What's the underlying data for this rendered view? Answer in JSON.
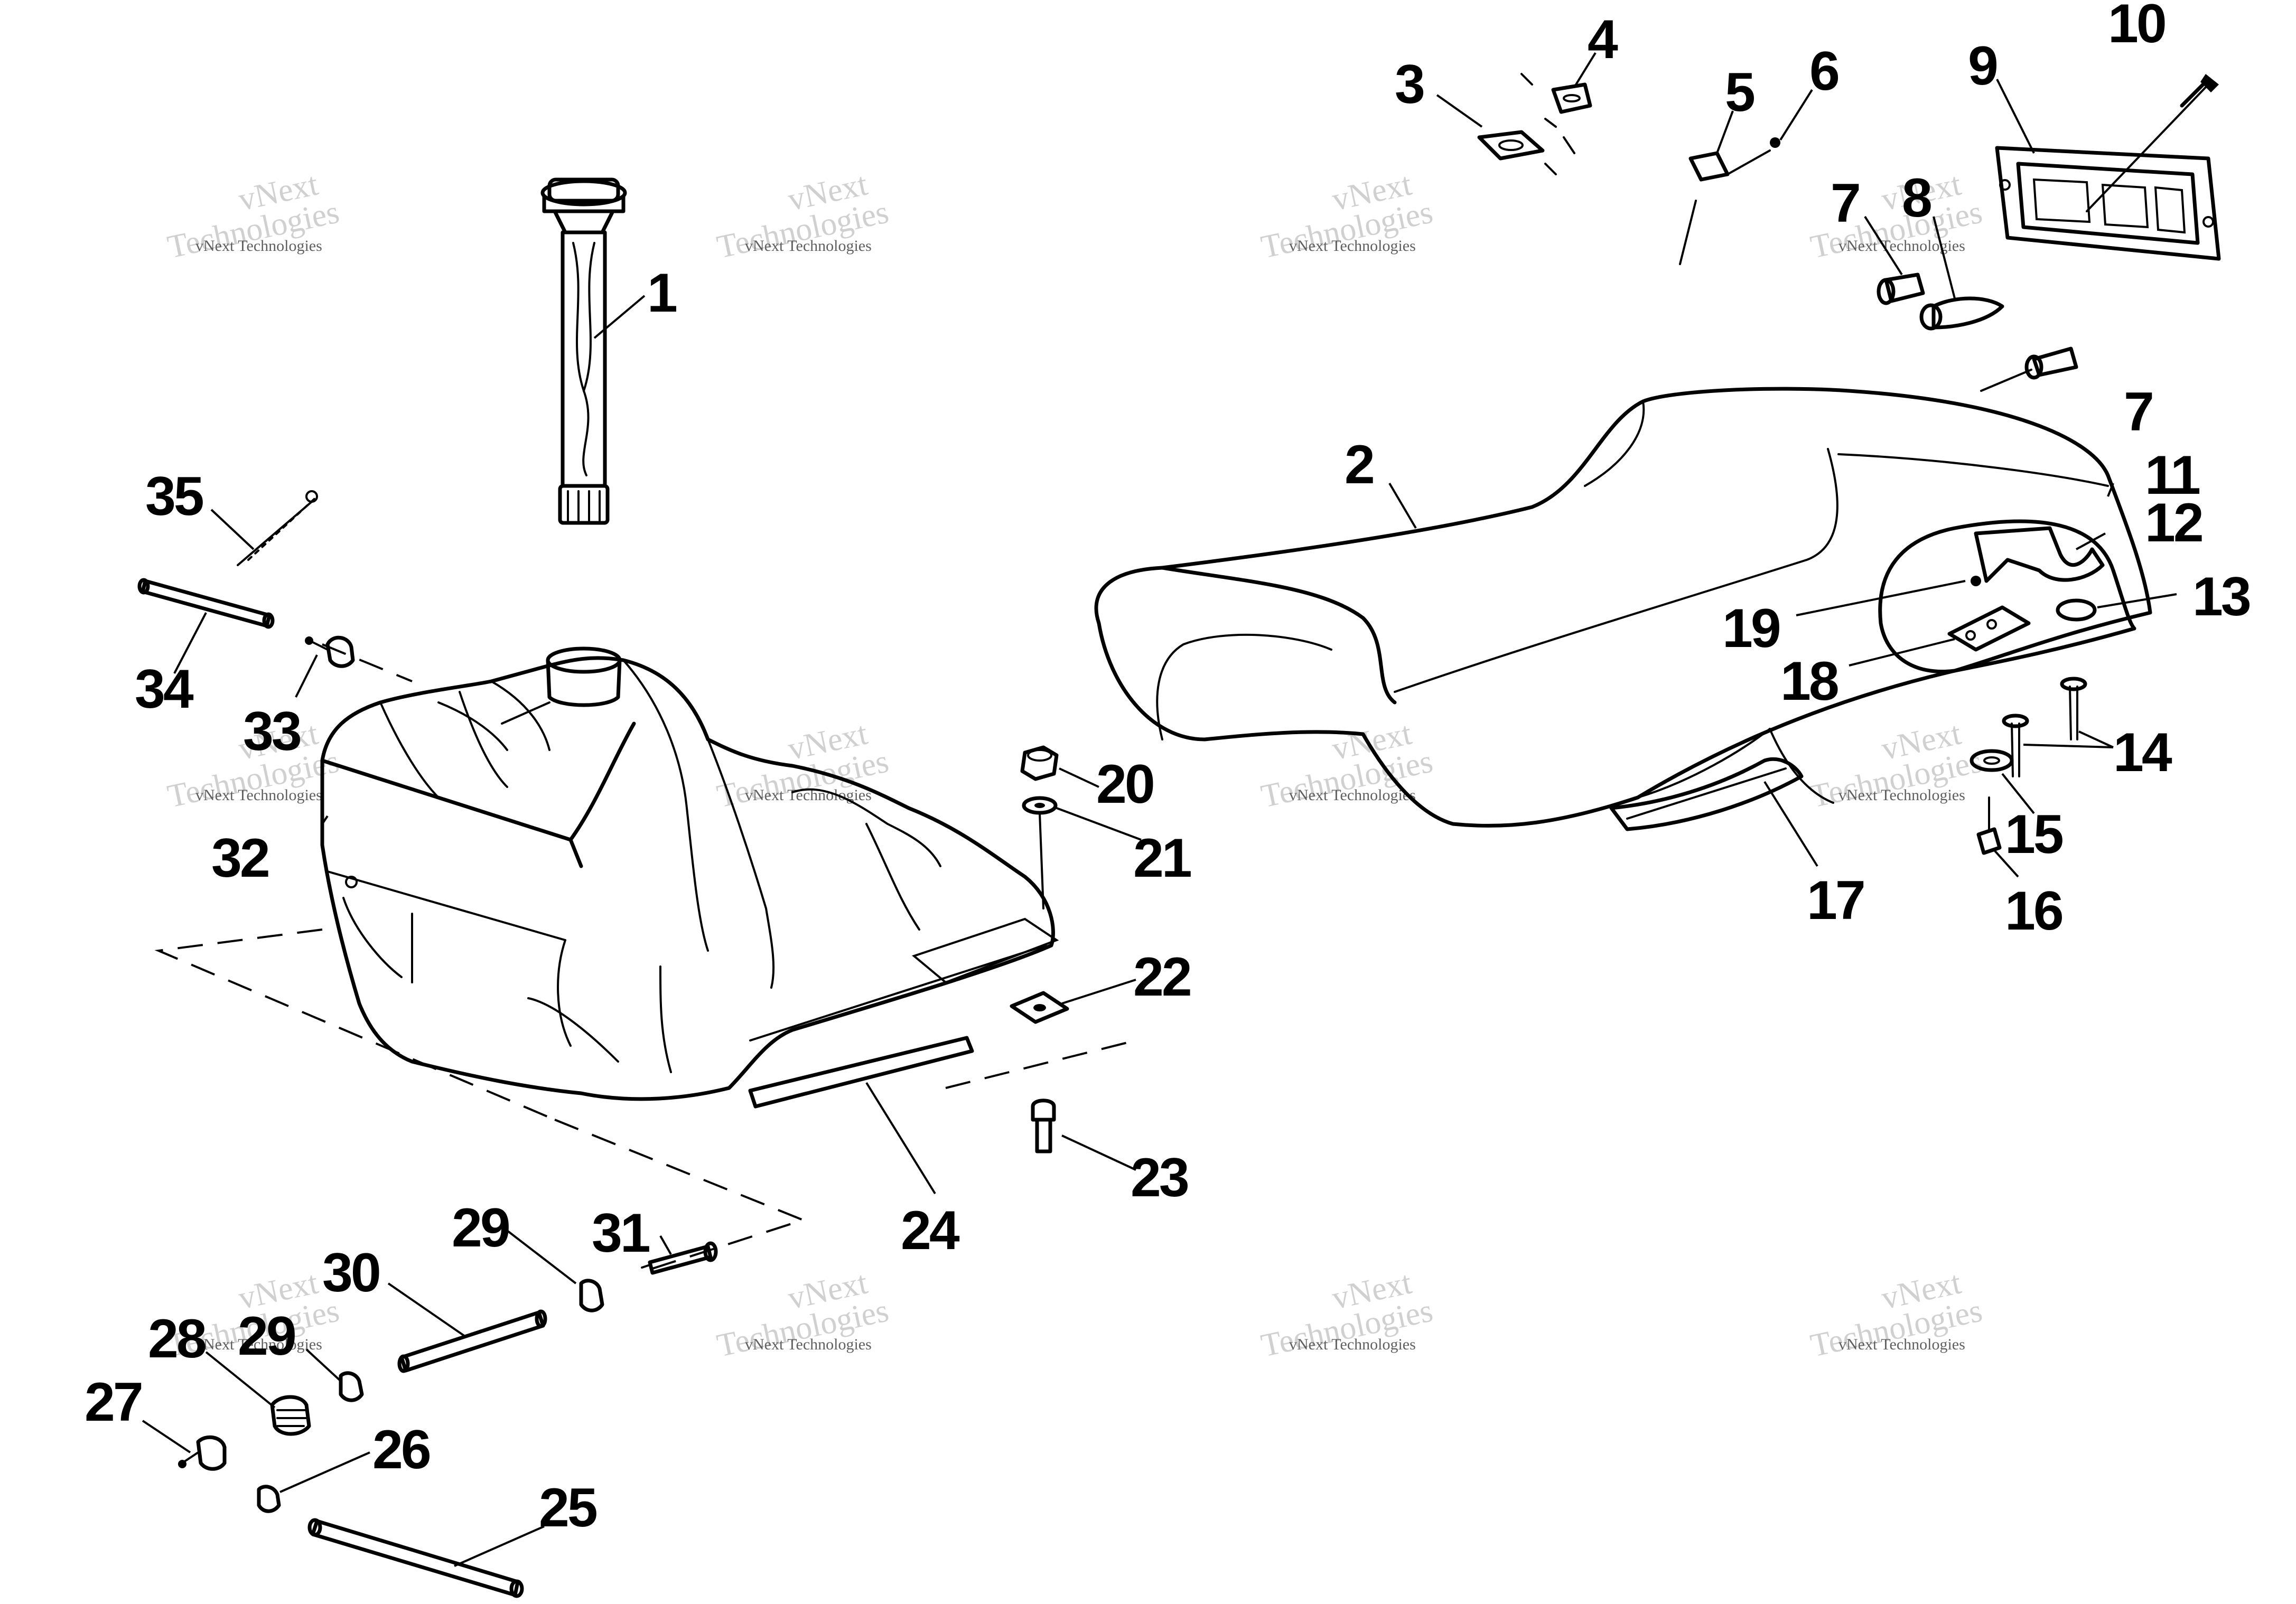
{
  "diagram": {
    "watermark_line1": "vNext",
    "watermark_line2": "Technologies",
    "watermark_small": "vNext Technologies",
    "callouts": [
      "1",
      "2",
      "3",
      "4",
      "5",
      "6",
      "7",
      "7",
      "8",
      "9",
      "10",
      "11",
      "12",
      "13",
      "14",
      "15",
      "16",
      "17",
      "18",
      "19",
      "20",
      "21",
      "22",
      "23",
      "24",
      "25",
      "26",
      "27",
      "28",
      "29",
      "29",
      "30",
      "31",
      "32",
      "33",
      "34",
      "35"
    ]
  }
}
